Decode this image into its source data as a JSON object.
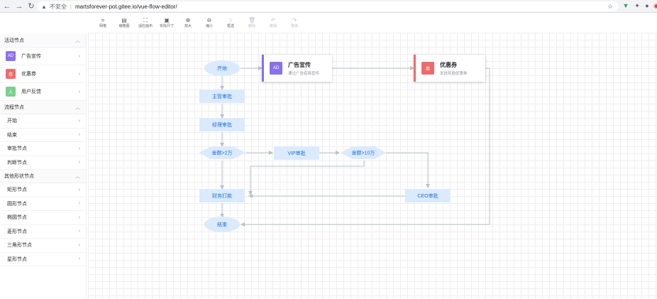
{
  "browser": {
    "insecure_label": "不安全",
    "url": "martsforever-pot.gitee.io/vue-flow-editor/"
  },
  "toolbar": [
    {
      "label": "网格",
      "icon": "grid-icon",
      "glyph": "⌗",
      "disabled": false
    },
    {
      "label": "缩略图",
      "icon": "minimap-icon",
      "glyph": "▤",
      "disabled": false
    },
    {
      "label": "适应画布",
      "icon": "fit-canvas-icon",
      "glyph": "⛶",
      "disabled": false
    },
    {
      "label": "实际尺寸",
      "icon": "actual-size-icon",
      "glyph": "▣",
      "disabled": false
    },
    {
      "label": "放大",
      "icon": "zoom-in-icon",
      "glyph": "⊕",
      "disabled": false
    },
    {
      "label": "缩小",
      "icon": "zoom-out-icon",
      "glyph": "⊖",
      "disabled": false
    },
    {
      "label": "框选",
      "icon": "select-icon",
      "glyph": "◌",
      "disabled": false
    },
    {
      "label": "删除",
      "icon": "delete-icon",
      "glyph": "🗑",
      "disabled": true
    },
    {
      "label": "撤销",
      "icon": "undo-icon",
      "glyph": "↶",
      "disabled": true
    },
    {
      "label": "重做",
      "icon": "redo-icon",
      "glyph": "↷",
      "disabled": true
    }
  ],
  "sidebar": {
    "group_activity": {
      "title": "活动节点",
      "items": [
        {
          "label": "广告宣传",
          "color": "#8b71e8",
          "glyph": "AD"
        },
        {
          "label": "优惠券",
          "color": "#ef6b6b",
          "glyph": "券"
        },
        {
          "label": "用户反馈",
          "color": "#7ccf8e",
          "glyph": "人"
        }
      ]
    },
    "group_process": {
      "title": "流程节点",
      "items": [
        "开始",
        "结束",
        "审批节点",
        "判断节点"
      ]
    },
    "group_shapes": {
      "title": "其他形状节点",
      "items": [
        "矩形节点",
        "圆形节点",
        "椭圆节点",
        "菱形节点",
        "三角形节点",
        "星形节点"
      ]
    }
  },
  "flow": {
    "start": "开始",
    "manager_approve": "主管审批",
    "director_approve": "经理审批",
    "amount_20k": "金额>2万",
    "vip_approve": "VIP审批",
    "amount_100k": "金额>10万",
    "finance_pay": "财务打款",
    "ceo_approve": "CEO审批",
    "end": "结束",
    "ad_card": {
      "title": "广告宣传",
      "subtitle": "通过广告招商宣传",
      "color": "#8b71e8",
      "glyph": "AD"
    },
    "coupon_card": {
      "title": "优惠券",
      "subtitle": "发送奖励优惠券",
      "color": "#ef6b6b",
      "glyph": "券"
    }
  },
  "colors": {
    "node_fill": "#dbeafd",
    "node_text": "#1e6fd9",
    "edge": "#b9c1cc"
  }
}
